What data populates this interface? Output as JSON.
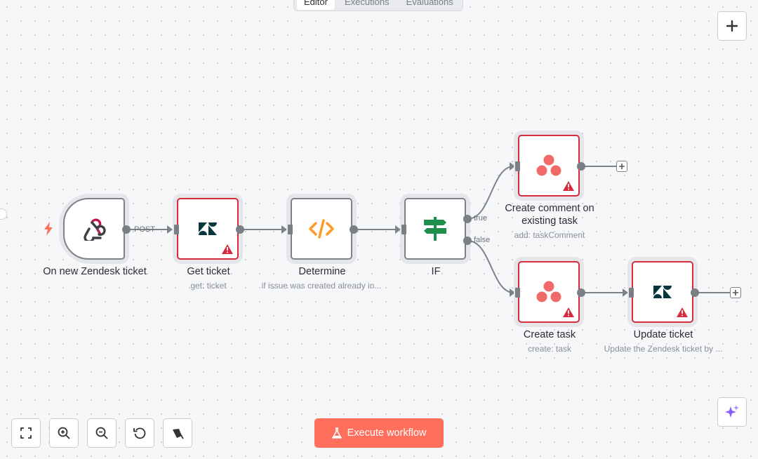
{
  "tabs": [
    {
      "label": "Editor",
      "active": true
    },
    {
      "label": "Executions",
      "active": false
    },
    {
      "label": "Evaluations",
      "active": false
    }
  ],
  "nodes": {
    "trigger": {
      "title": "On new Zendesk ticket",
      "icon": "webhook-icon"
    },
    "get_ticket": {
      "title": "Get ticket",
      "subtitle": "get: ticket",
      "icon": "zendesk-icon",
      "warning": true
    },
    "determine": {
      "title": "Determine",
      "subtitle": "if issue was created already in...",
      "icon": "code-icon"
    },
    "if": {
      "title": "IF",
      "icon": "signpost-icon"
    },
    "create_comment": {
      "title": "Create comment on existing task",
      "subtitle": "add: taskComment",
      "icon": "asana-icon",
      "warning": true
    },
    "create_task": {
      "title": "Create task",
      "subtitle": "create: task",
      "icon": "asana-icon",
      "warning": true
    },
    "update_ticket": {
      "title": "Update ticket",
      "subtitle": "Update the Zendesk ticket by ...",
      "icon": "zendesk-icon",
      "warning": true
    }
  },
  "edge_labels": {
    "post": "POST",
    "true": "true",
    "false": "false"
  },
  "execute_button": {
    "label": "Execute workflow"
  },
  "colors": {
    "accent": "#ff6f5b",
    "error": "#d62b3d",
    "asana": "#f06a6a",
    "code": "#ff9922",
    "if_green": "#1f8f4e",
    "zendesk": "#03363d",
    "webhook": "#c4174f"
  }
}
